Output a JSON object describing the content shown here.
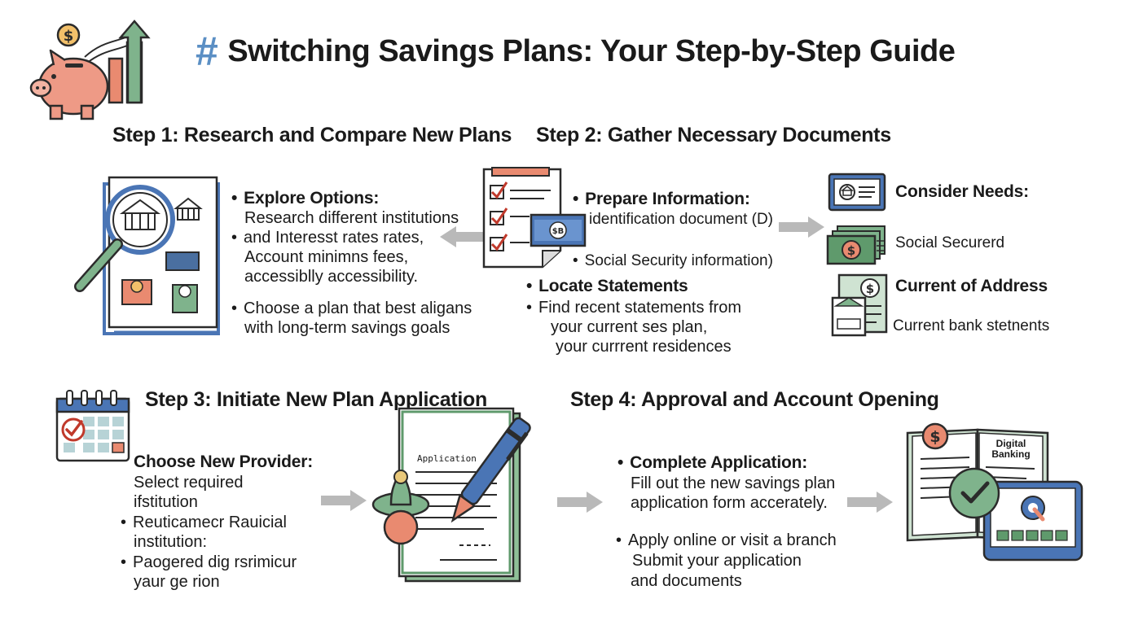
{
  "title": {
    "hash": "#",
    "text": "Switching Savings Plans: Your Step-by-Step Guide"
  },
  "icons": {
    "logo": "piggy-bank-growth-icon"
  },
  "colors": {
    "blue": "#4a75b5",
    "green": "#5f9a6c",
    "salmon": "#e98a70",
    "arrow": "#b9b9b9"
  },
  "step1": {
    "title": "Step 1: Research and Compare New Plans",
    "heading": "Explore Options:",
    "lines": [
      "Research different institutions",
      "and Interesst rates rates,",
      "Account minimns fees,",
      "accessiblly accessibility."
    ],
    "choose_lines": [
      "Choose a plan that best aligans",
      "with long-term savings goals"
    ]
  },
  "step2": {
    "title": "Step 2: Gather Necessary Documents",
    "prepare_heading": "Prepare Information:",
    "prepare_line1": "identification document (D)",
    "prepare_line2": "Social Security information)",
    "locate_heading": "Locate Statements",
    "locate_lines": [
      "Find recent statements from",
      "your current ses plan,",
      "your currrent residences"
    ],
    "card_label": "$B"
  },
  "needs": {
    "heading": "Consider Needs:",
    "social": "Social Securerd",
    "address_heading": "Current of Address",
    "bank": "Current bank stetnents"
  },
  "step3": {
    "title": "Step 3: Initiate New Plan Application",
    "heading": "Choose New Provider:",
    "lines": [
      "Select required",
      "ifstitution",
      "Reuticamecr Rauicial",
      "institution:",
      "Paogered dig rsrimicur",
      "yaur ge rion"
    ],
    "form_label": "Application"
  },
  "step4": {
    "title": "Step 4: Approval and Account Opening",
    "heading": "Complete Application:",
    "lines": [
      "Fill out the new savings plan",
      "application form accerately."
    ],
    "apply_lines": [
      "Apply online or visit a branch",
      "Submit your application",
      "and documents"
    ],
    "digital_label": "Digital Banking"
  }
}
